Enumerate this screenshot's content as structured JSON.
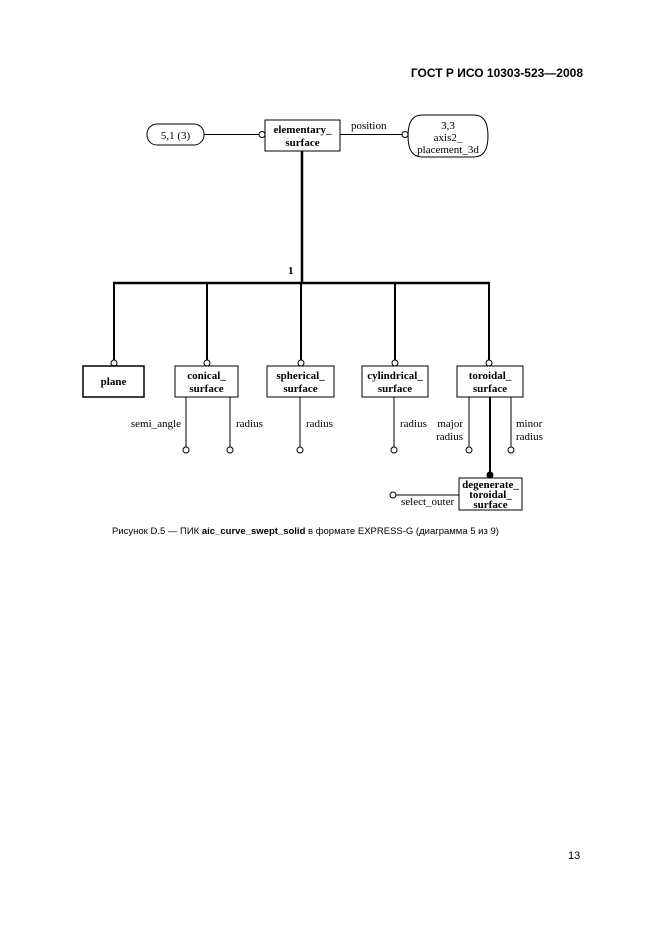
{
  "header": {
    "doc_id": "ГОСТ Р ИСО 10303-523—2008"
  },
  "diagram": {
    "ref_left": "5,1 (3)",
    "ref_right": [
      "3,3",
      "axis2_",
      "placement_3d"
    ],
    "position_label": "position",
    "one_of_label": "1",
    "elementary": [
      "elementary_",
      "surface"
    ],
    "plane": "plane",
    "conical": [
      "conical_",
      "surface"
    ],
    "spherical": [
      "spherical_",
      "surface"
    ],
    "cylindrical": [
      "cylindrical_",
      "surface"
    ],
    "toroidal": [
      "toroidal_",
      "surface"
    ],
    "degenerate": [
      "degenerate_",
      "toroidal_",
      "surface"
    ],
    "attrs": {
      "semi_angle": "semi_angle",
      "conical_radius": "radius",
      "spherical_radius": "radius",
      "cylindrical_radius": "radius",
      "major_radius": [
        "major",
        "radius"
      ],
      "minor_radius": [
        "minor",
        "radius"
      ],
      "select_outer": "select_outer"
    }
  },
  "caption": {
    "prefix": "Рисунок D.5 — ПИК ",
    "name": "aic_curve_swept_solid",
    "suffix": " в формате EXPRESS-G (диаграмма 5 из 9)"
  },
  "page_number": "13"
}
